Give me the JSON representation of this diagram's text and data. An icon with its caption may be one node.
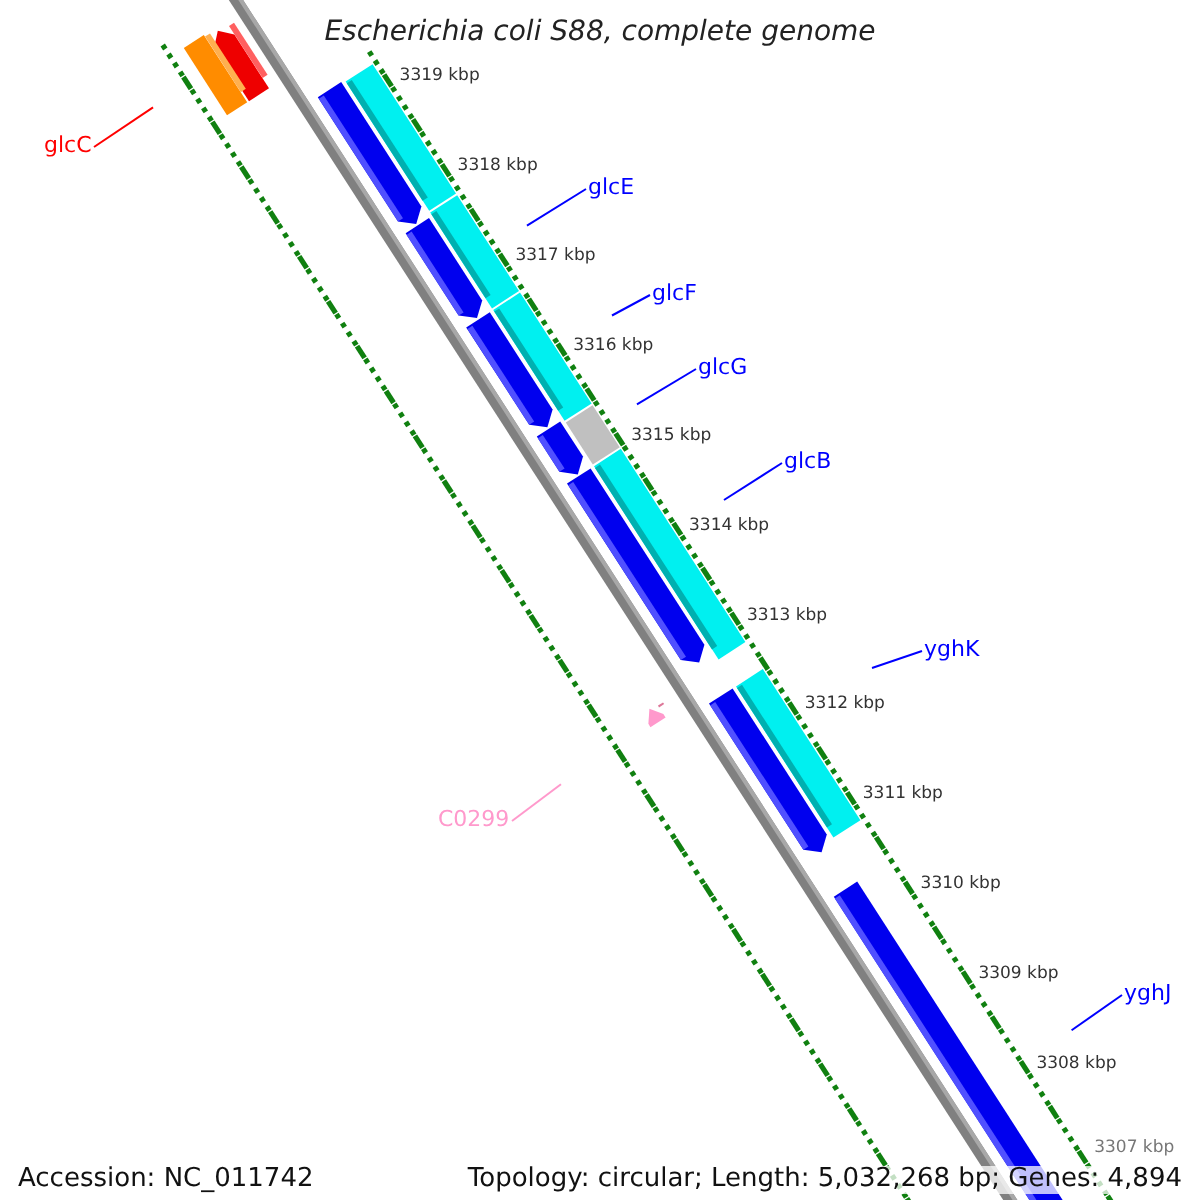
{
  "diagram": {
    "title": "Escherichia coli S88, complete genome",
    "nodes": [
      {
        "text": [
          "glcC"
        ]
      },
      {
        "text": [
          "glcE"
        ]
      },
      {
        "text": [
          "glcF"
        ]
      },
      {
        "text": [
          "glcG"
        ]
      },
      {
        "text": [
          "glcB"
        ]
      },
      {
        "text": [
          "yghK"
        ]
      },
      {
        "text": [
          "yghJ"
        ]
      },
      {
        "text": [
          "C0299"
        ]
      }
    ],
    "edges": [
      {
        "from": 0,
        "to": null,
        "arrow": "none",
        "color": "#ff0000"
      },
      {
        "from": 1,
        "to": null,
        "arrow": "none"
      },
      {
        "from": 2,
        "to": null,
        "arrow": "none"
      },
      {
        "from": 3,
        "to": null,
        "arrow": "none"
      },
      {
        "from": 4,
        "to": null,
        "arrow": "none"
      },
      {
        "from": 5,
        "to": null,
        "arrow": "none"
      },
      {
        "from": 6,
        "to": null,
        "arrow": "none"
      },
      {
        "from": 7,
        "to": null,
        "arrow": "none",
        "color": "#ff99cc"
      }
    ],
    "labels": [
      "3319 kbp",
      "3318 kbp",
      "3317 kbp",
      "3316 kbp",
      "3315 kbp",
      "3314 kbp",
      "3313 kbp",
      "3312 kbp",
      "3311 kbp",
      "3310 kbp",
      "3309 kbp",
      "3308 kbp",
      "3307 kbp",
      "Accession: NC_011742",
      "Topology: circular; Length: 5,032,268 bp; Genes: 4,894"
    ]
  }
}
